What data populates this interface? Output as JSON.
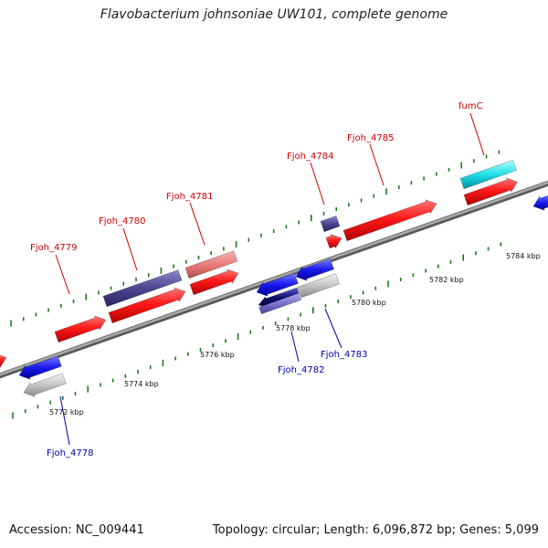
{
  "title": "Flavobacterium johnsoniae UW101, complete genome",
  "footer": {
    "accession": "Accession: NC_009441",
    "topology": "Topology: circular; Length: 6,096,872 bp; Genes: 5,099"
  },
  "colors": {
    "forward_label": "#cc0000",
    "reverse_label": "#0000aa",
    "backbone": "#808080",
    "tick": "#1a7a1a"
  },
  "scale_labels": [
    "5772 kbp",
    "5774 kbp",
    "5776 kbp",
    "5778 kbp",
    "5780 kbp",
    "5782 kbp",
    "5784 kbp"
  ],
  "gene_labels": {
    "fjoh_4778": "Fjoh_4778",
    "fjoh_4779": "Fjoh_4779",
    "fjoh_4780": "Fjoh_4780",
    "fjoh_4781": "Fjoh_4781",
    "fjoh_4782": "Fjoh_4782",
    "fjoh_4783": "Fjoh_4783",
    "fjoh_4784": "Fjoh_4784",
    "fjoh_4785": "Fjoh_4785",
    "fumc": "fumC"
  }
}
